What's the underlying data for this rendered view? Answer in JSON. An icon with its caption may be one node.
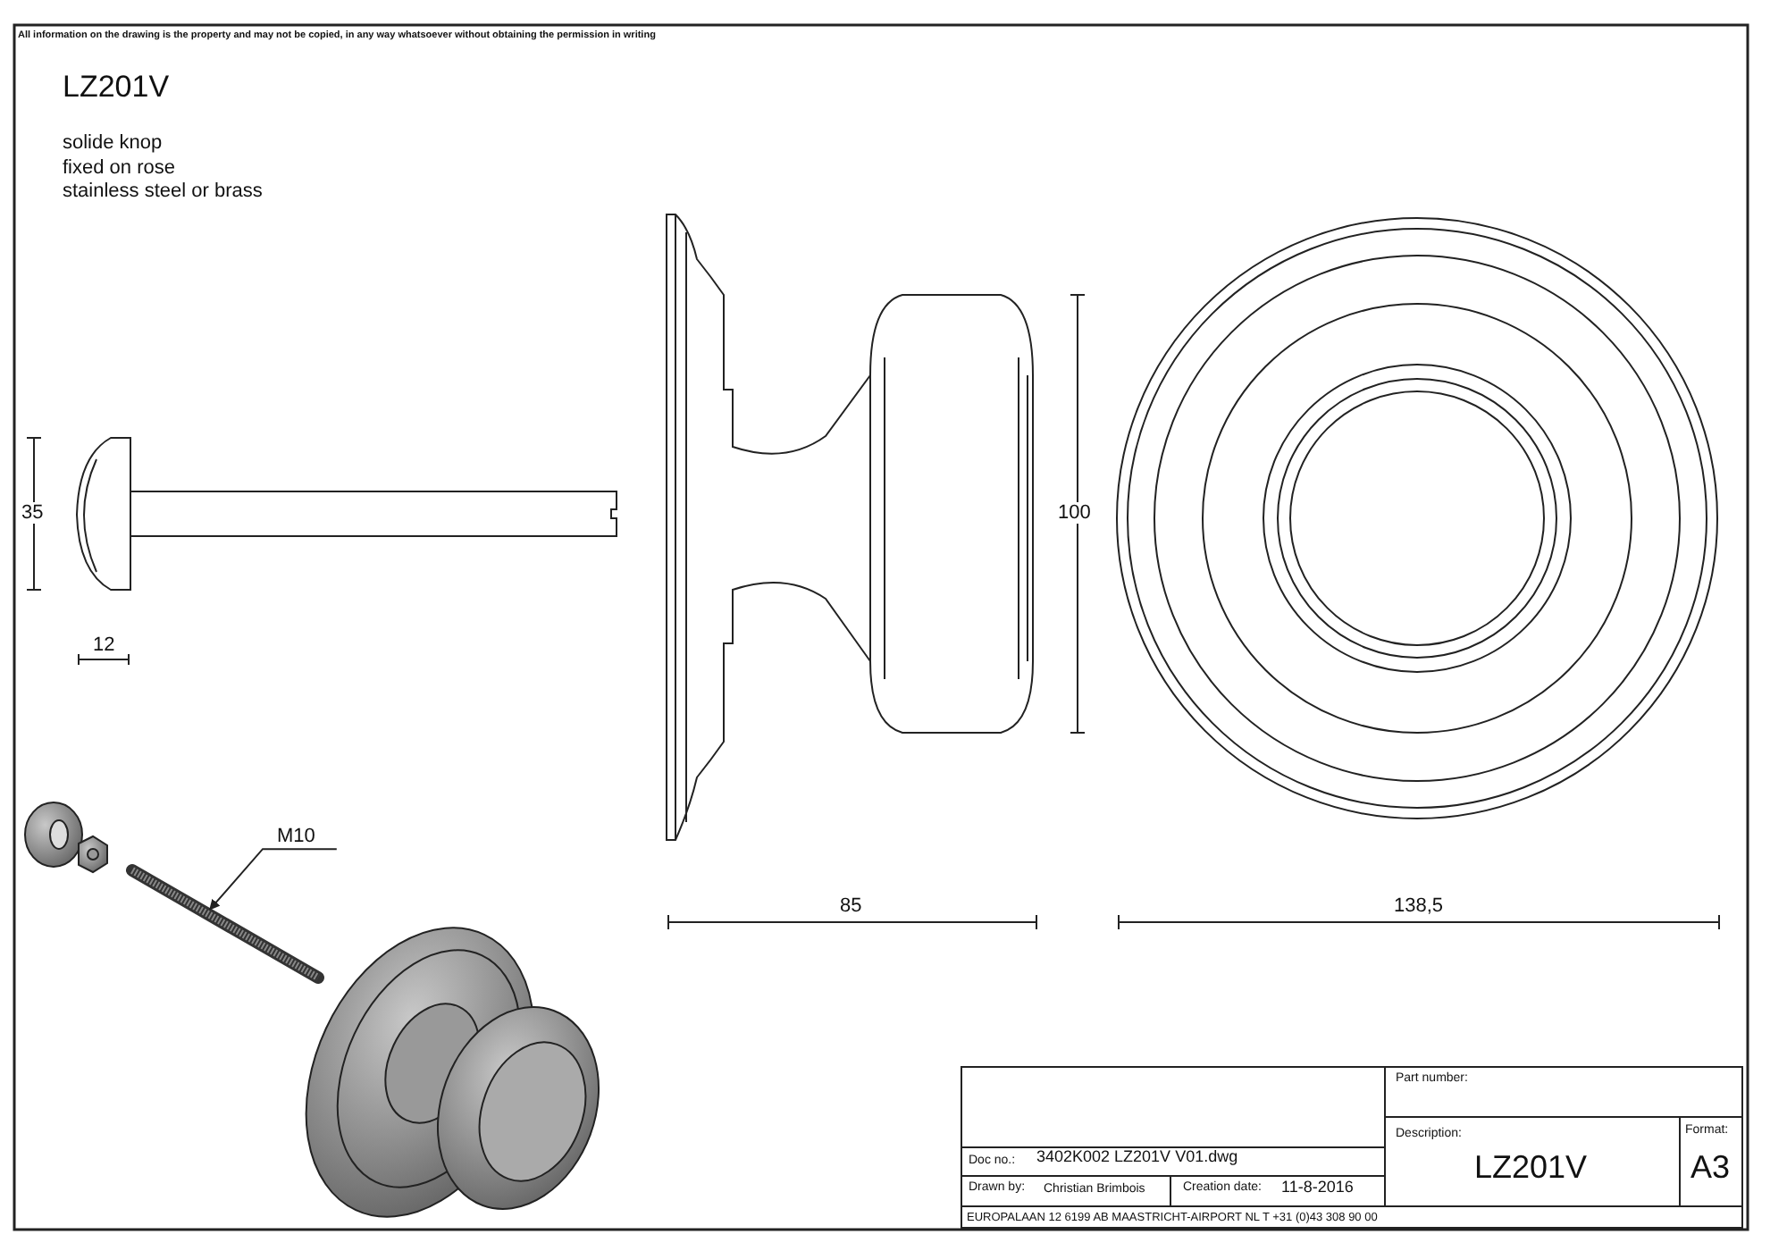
{
  "diagram": {
    "nodes": [
      {
        "text": [
          "M10"
        ]
      },
      {
        "text": [],
        "shape": "picture"
      }
    ],
    "edges": [
      {
        "from": 0,
        "to": 1,
        "arrow": "to"
      }
    ],
    "labels": [
      "All information on the drawing is the property and may not be copied, in any way whatsoever without obtaining the permission in writing",
      "LZ201V",
      "solide knop",
      "fixed on rose",
      "stainless steel or brass",
      "35",
      "12",
      "100",
      "85",
      "138,5",
      "Part number:",
      "Description:",
      "Format:",
      "Doc no.:",
      "3402K002 LZ201V V01.dwg",
      "LZ201V",
      "A3",
      "Drawn by:",
      "Christian Brimbois",
      "Creation date:",
      "11-8-2016",
      "EUROPALAAN 12  6199 AB MAASTRICHT-AIRPORT NL  T +31 (0)43 308 90 00"
    ]
  }
}
